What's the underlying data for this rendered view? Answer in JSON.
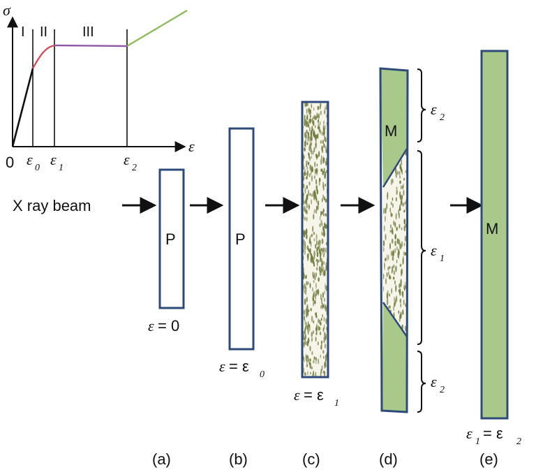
{
  "graph": {
    "y_axis_symbol": "σ",
    "x_axis_symbol": "ε",
    "origin_label": "0",
    "region_labels": [
      "I",
      "II",
      "III"
    ],
    "tick_labels": [
      {
        "base": "ε",
        "sub": "0"
      },
      {
        "base": "ε",
        "sub": "1"
      },
      {
        "base": "ε",
        "sub": "2"
      }
    ],
    "colors": {
      "elastic": "#111111",
      "transition": "#d84a5a",
      "plateau": "#8e5aa8",
      "hardening": "#8fba5e"
    }
  },
  "beam_label": "X ray beam",
  "samples": [
    {
      "id": "a",
      "caption": "(a)",
      "inner_label": "P",
      "strain_base": "ε",
      "strain_eq": "= 0",
      "strain_sub": ""
    },
    {
      "id": "b",
      "caption": "(b)",
      "inner_label": "P",
      "strain_base": "ε",
      "strain_eq": "= ε",
      "strain_sub": "0"
    },
    {
      "id": "c",
      "caption": "(c)",
      "inner_label": "",
      "strain_base": "ε",
      "strain_eq": "= ε",
      "strain_sub": "1"
    },
    {
      "id": "d",
      "caption": "(d)",
      "inner_label": "M",
      "strain_base": "",
      "strain_eq": "",
      "strain_sub": ""
    },
    {
      "id": "e",
      "caption": "(e)",
      "inner_label": "M",
      "strain_base": "ε",
      "strain_eq": "= ε",
      "strain_sub": "2",
      "strain_base_sub": "1"
    }
  ],
  "bracket_labels": [
    {
      "base": "ε",
      "sub": "2"
    },
    {
      "base": "ε",
      "sub": "1"
    },
    {
      "base": "ε",
      "sub": "2"
    }
  ],
  "colors": {
    "frame": "#2e4a7a",
    "martensite": "#a8c98a",
    "speckle": "#6d7a3a"
  }
}
